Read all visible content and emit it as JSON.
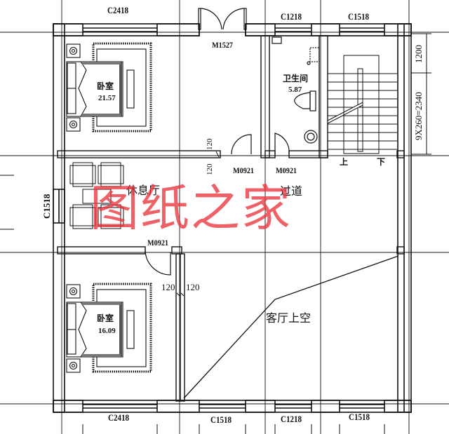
{
  "plan": {
    "type": "second-floor plan",
    "watermark": "图纸之家",
    "watermark_color": "#e8343c",
    "line_color": "#111111"
  },
  "rooms": {
    "bedroom_top": {
      "name": "卧室",
      "area": "21.57"
    },
    "bedroom_bottom": {
      "name": "卧室",
      "area": "16.09"
    },
    "bathroom": {
      "name": "卫生间",
      "area": "5.87"
    },
    "lounge": {
      "name": "休息厅"
    },
    "corridor": {
      "name": "过道"
    },
    "living_void": {
      "name": "客厅上空"
    }
  },
  "stairs": {
    "up": "上",
    "down": "下"
  },
  "windows": {
    "top": [
      "C2418",
      "C1218",
      "C1518"
    ],
    "left": "C1518",
    "bottom": [
      "C2418",
      "C1518",
      "C1218",
      "C1518"
    ]
  },
  "doors": {
    "main": "M1527",
    "bedroom_top": "M0921",
    "bathroom": "M0921",
    "bedroom_bottom": "M0921"
  },
  "dimensions": {
    "right_upper": "1200",
    "right_lower": "9X260=2340",
    "wall_a": "120",
    "wall_b": "120",
    "wall_c": "120",
    "wall_d": "120"
  }
}
